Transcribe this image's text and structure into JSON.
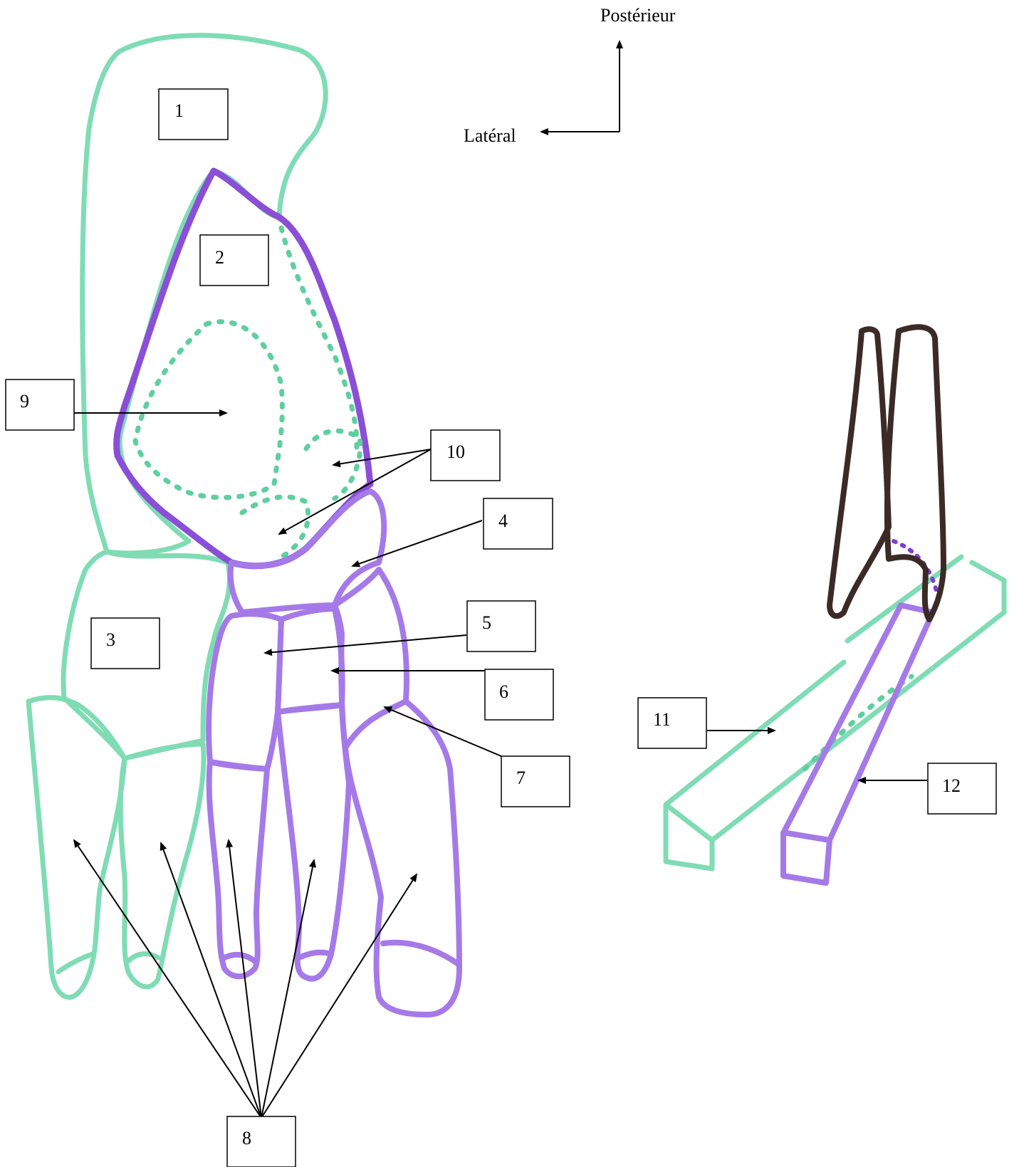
{
  "orientation": {
    "up_label": "Postérieur",
    "left_label": "Latéral"
  },
  "labels": {
    "l1": "1",
    "l2": "2",
    "l3": "3",
    "l4": "4",
    "l5": "5",
    "l6": "6",
    "l7": "7",
    "l8": "8",
    "l9": "9",
    "l10": "10",
    "l11": "11",
    "l12": "12"
  },
  "colors": {
    "green_outline": "#7fdcb4",
    "purple_outline": "#a57ae8",
    "brown_outline": "#3b2a26"
  }
}
